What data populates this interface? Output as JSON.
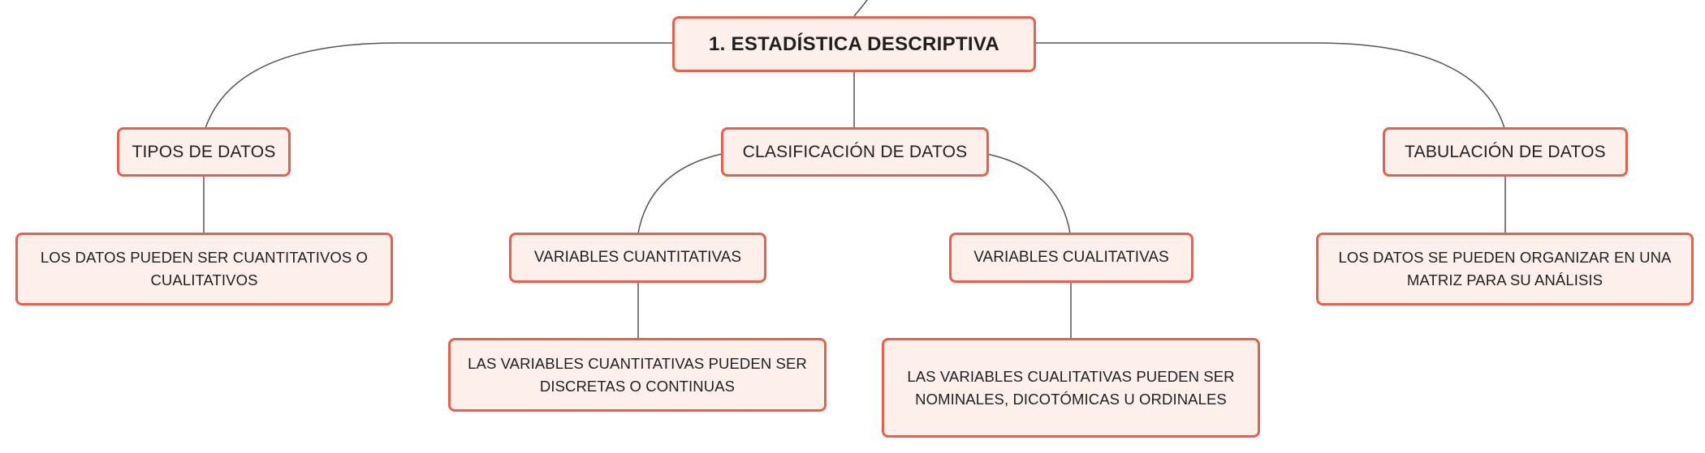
{
  "diagram": {
    "root": {
      "label": "1. ESTADÍSTICA DESCRIPTIVA"
    },
    "tipos": {
      "label": "TIPOS DE DATOS"
    },
    "clasificacion": {
      "label": "CLASIFICACIÓN DE DATOS"
    },
    "tabulacion": {
      "label": "TABULACIÓN DE DATOS"
    },
    "tipos_detail": {
      "label": "LOS DATOS PUEDEN SER CUANTITATIVOS O CUALITATIVOS"
    },
    "var_cuant": {
      "label": "VARIABLES CUANTITATIVAS"
    },
    "var_cual": {
      "label": "VARIABLES CUALITATIVAS"
    },
    "tabulacion_detail": {
      "label": "LOS DATOS SE PUEDEN ORGANIZAR EN UNA MATRIZ PARA SU ANÁLISIS"
    },
    "var_cuant_detail": {
      "label": "LAS VARIABLES CUANTITATIVAS PUEDEN SER DISCRETAS O CONTINUAS"
    },
    "var_cual_detail": {
      "label": "LAS VARIABLES CUALITATIVAS PUEDEN SER NOMINALES, DICOTÓMICAS U ORDINALES"
    }
  },
  "colors": {
    "node_border": "#e8604c",
    "node_fill": "#fdf0ea",
    "connector": "#555555"
  }
}
